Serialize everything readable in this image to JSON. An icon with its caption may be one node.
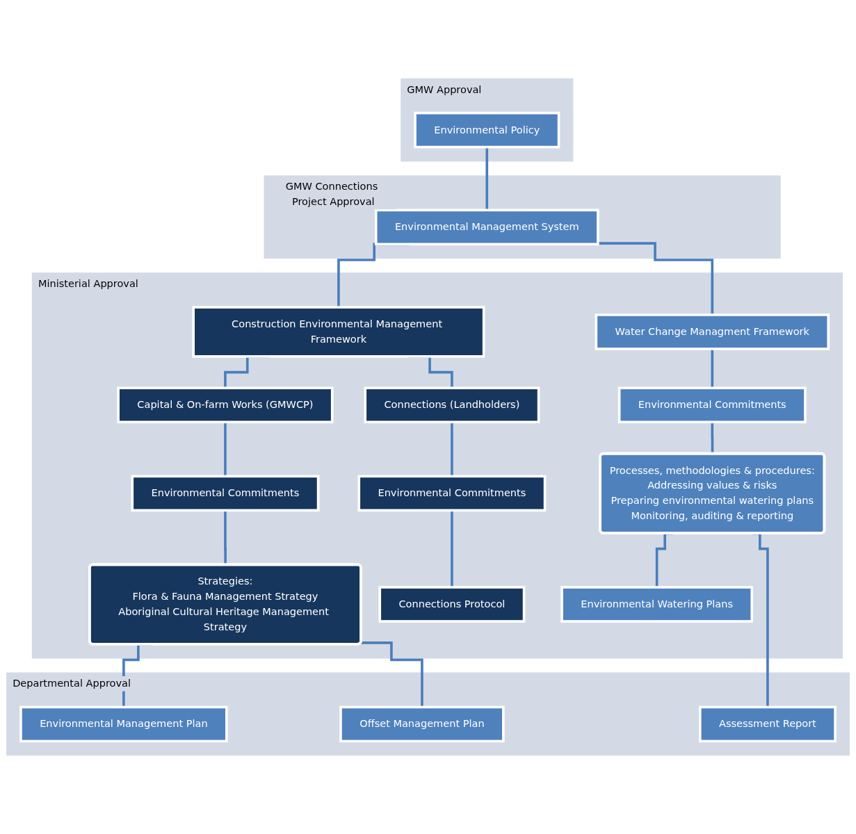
{
  "diagram": {
    "nodes": [
      {
        "text": [
          "GMW Approval"
        ]
      },
      {
        "text": [
          "Environmental Policy"
        ],
        "in": 0
      },
      {
        "text": [
          "GMW Connections Project Approval"
        ]
      },
      {
        "text": [
          "Environmental Management System"
        ],
        "in": 2
      },
      {
        "text": [
          "Ministerial Approval"
        ]
      },
      {
        "text": [
          "Construction Environmental Management Framework"
        ],
        "in": 4
      },
      {
        "text": [
          "Water Change Managment Framework"
        ],
        "in": 4
      },
      {
        "text": [
          "Capital & On-farm Works (GMWCP)"
        ],
        "in": 4
      },
      {
        "text": [
          "Connections (Landholders)"
        ],
        "in": 4
      },
      {
        "text": [
          "Environmental Commitments"
        ],
        "in": 4
      },
      {
        "text": [
          "Environmental Commitments"
        ],
        "in": 4
      },
      {
        "text": [
          "Environmental Commitments"
        ],
        "in": 4
      },
      {
        "text": [
          "Strategies:",
          "Flora & Fauna Management Strategy",
          "Aboriginal Cultural Heritage Management Strategy"
        ],
        "in": 4
      },
      {
        "text": [
          "Connections Protocol"
        ],
        "in": 4
      },
      {
        "text": [
          "Processes, methodologies & procedures:",
          "Addressing values & risks",
          "Preparing environmental watering plans",
          "Monitoring, auditing & reporting"
        ],
        "in": 4
      },
      {
        "text": [
          "Environmental Watering Plans"
        ],
        "in": 4
      },
      {
        "text": [
          "Departmental Approval"
        ]
      },
      {
        "text": [
          "Environmental Management Plan"
        ],
        "in": 16
      },
      {
        "text": [
          "Offset Management Plan"
        ],
        "in": 16
      },
      {
        "text": [
          "Assessment Report"
        ],
        "in": 16
      }
    ],
    "edges": [
      {
        "from": 1,
        "to": 3,
        "arrow": "none"
      },
      {
        "from": 3,
        "to": 5,
        "arrow": "none"
      },
      {
        "from": 3,
        "to": 6,
        "arrow": "none"
      },
      {
        "from": 5,
        "to": 7,
        "arrow": "none"
      },
      {
        "from": 5,
        "to": 8,
        "arrow": "none"
      },
      {
        "from": 6,
        "to": 9,
        "arrow": "none"
      },
      {
        "from": 7,
        "to": 10,
        "arrow": "none"
      },
      {
        "from": 8,
        "to": 11,
        "arrow": "none"
      },
      {
        "from": 9,
        "to": 14,
        "arrow": "none"
      },
      {
        "from": 10,
        "to": 12,
        "arrow": "none"
      },
      {
        "from": 11,
        "to": 13,
        "arrow": "none"
      },
      {
        "from": 14,
        "to": 15,
        "arrow": "none"
      },
      {
        "from": 14,
        "to": 19,
        "arrow": "none"
      },
      {
        "from": 12,
        "to": 17,
        "arrow": "none"
      },
      {
        "from": 12,
        "to": 18,
        "arrow": "none"
      }
    ]
  }
}
